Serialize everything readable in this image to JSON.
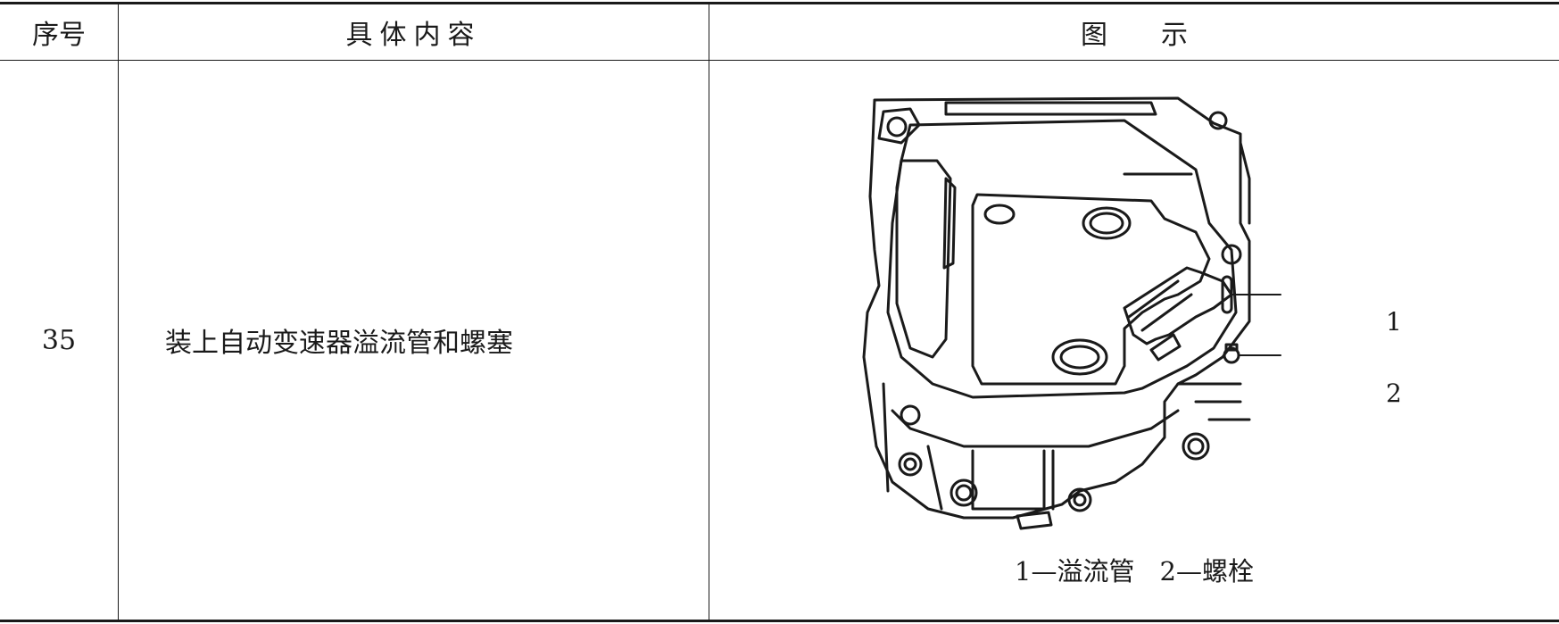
{
  "table": {
    "headers": {
      "seq": "序号",
      "content": "具体内容",
      "figure": "图　　示"
    },
    "rows": [
      {
        "seq": "35",
        "content": "装上自动变速器溢流管和螺塞",
        "figure": {
          "callouts": [
            "1",
            "2"
          ],
          "caption": [
            "1—溢流管",
            "2—螺栓"
          ]
        }
      }
    ]
  }
}
